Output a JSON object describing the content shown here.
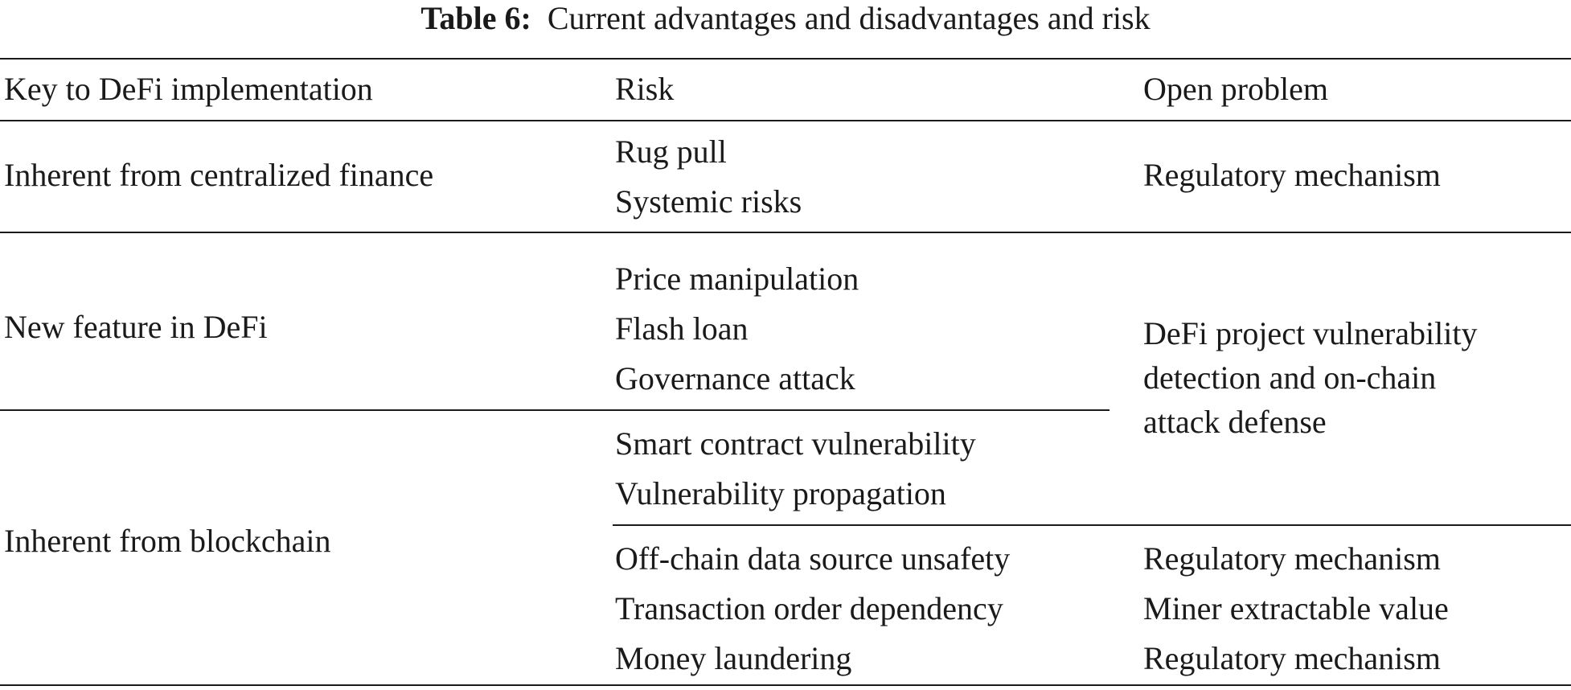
{
  "caption": {
    "label": "Table 6:",
    "text": "Current advantages and disadvantages and risk"
  },
  "headers": {
    "key": "Key to DeFi implementation",
    "risk": "Risk",
    "problem": "Open problem"
  },
  "rows": [
    {
      "key": "Inherent from centralized finance",
      "risks": [
        "Rug pull",
        "Systemic risks"
      ],
      "problem": "Regulatory mechanism"
    },
    {
      "key": "New feature in DeFi",
      "risks": [
        "Price manipulation",
        "Flash loan",
        "Governance attack"
      ]
    },
    {
      "key": "Inherent from blockchain",
      "risks": [
        "Smart contract vulnerability",
        "Vulnerability propagation"
      ],
      "risks_extra": [
        "Off-chain data source unsafety",
        "Transaction order dependency",
        "Money laundering"
      ],
      "problems_extra": [
        "Regulatory mechanism",
        "Miner extractable value",
        "Regulatory mechanism"
      ]
    }
  ],
  "merged_problem": [
    "DeFi project vulnerability",
    "detection and on-chain",
    "attack defense"
  ]
}
